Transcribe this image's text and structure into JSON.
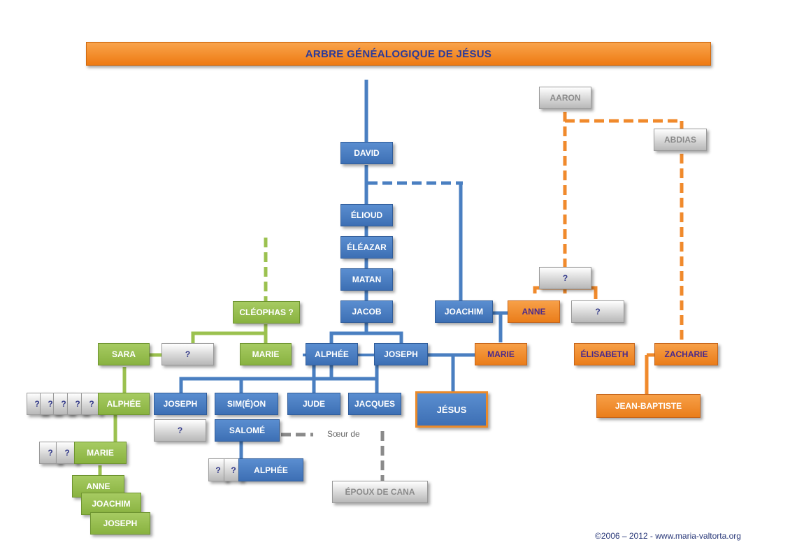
{
  "title": "ARBRE GÉNÉALOGIQUE DE JÉSUS",
  "copyright": "©2006 – 2012 - www.maria-valtorta.org",
  "colors": {
    "blue": "#4a7fc1",
    "green": "#9bc14f",
    "orange": "#f08a2c",
    "grey": "#9a9a9a"
  },
  "nodes": {
    "aaron": "AARON",
    "abdias": "ABDIAS",
    "david": "DAVID",
    "elioud": "ÉLIOUD",
    "eleazar": "ÉLÉAZAR",
    "matan": "MATAN",
    "jacob": "JACOB",
    "joachim": "JOACHIM",
    "anne": "ANNE",
    "unknown_top": "?",
    "unknown_right": "?",
    "cleophas": "CLÉOPHAS ?",
    "sara": "SARA",
    "unknown_sara": "?",
    "marie_green": "MARIE",
    "alphee_blue": "ALPHÉE",
    "joseph_blue": "JOSEPH",
    "marie_orange": "MARIE",
    "elisabeth": "ÉLISABETH",
    "zacharie": "ZACHARIE",
    "alphee_green": "ALPHÉE",
    "q1": "?",
    "q2": "?",
    "q3": "?",
    "q4": "?",
    "q5": "?",
    "joseph_child": "JOSEPH",
    "simeon": "SIM(É)ON",
    "jude": "JUDE",
    "jacques": "JACQUES",
    "jesus": "JÉSUS",
    "jean_baptiste": "JEAN-BAPTISTE",
    "unknown_joseph": "?",
    "salome": "SALOMÉ",
    "q6": "?",
    "q7": "?",
    "marie_green2": "MARIE",
    "q8": "?",
    "q9": "?",
    "alphee_salome": "ALPHÉE",
    "anne_green": "ANNE",
    "joachim_green": "JOACHIM",
    "joseph_green": "JOSEPH",
    "epoux": "ÉPOUX DE CANA"
  },
  "soeur_de": "Sœur de"
}
